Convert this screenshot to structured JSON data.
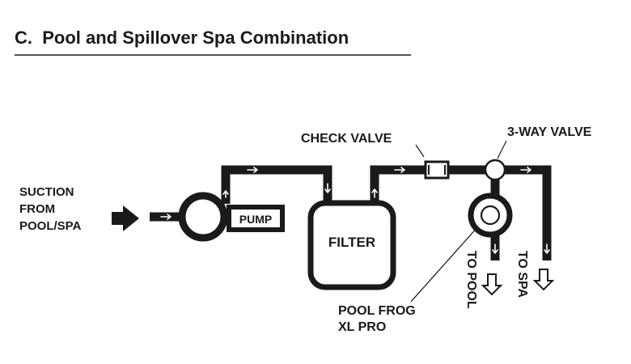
{
  "title": "C.  Pool and Spillover Spa Combination",
  "labels": {
    "suction_line1": "SUCTION",
    "suction_line2": "FROM",
    "suction_line3": "POOL/SPA",
    "pump": "PUMP",
    "filter": "FILTER",
    "check_valve": "CHECK VALVE",
    "three_way_valve": "3-WAY VALVE",
    "pool_frog_line1": "POOL FROG",
    "pool_frog_line2": "XL PRO",
    "to_pool": "TO POOL",
    "to_spa": "TO SPA"
  },
  "colors": {
    "ink": "#1a1a1a",
    "background": "#ffffff"
  }
}
